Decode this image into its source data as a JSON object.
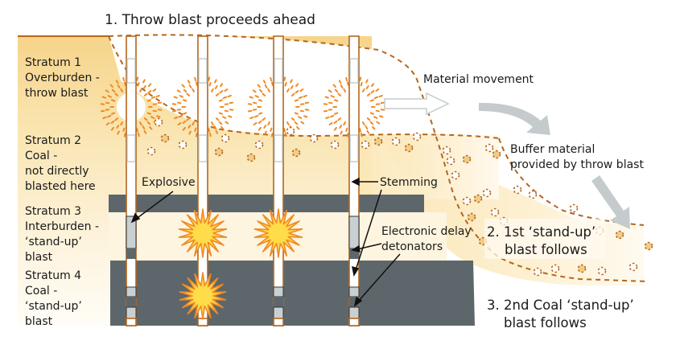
{
  "title": "1. Throw blast proceeds ahead",
  "strata": [
    {
      "lines": [
        "Stratum 1",
        "Overburden -",
        "throw blast"
      ]
    },
    {
      "lines": [
        "Stratum 2",
        "Coal -",
        "not directly",
        "blasted here"
      ]
    },
    {
      "lines": [
        "Stratum 3",
        "Interburden -",
        "‘stand-up’",
        "blast"
      ]
    },
    {
      "lines": [
        "Stratum 4",
        "Coal -",
        "‘stand-up’",
        "blast"
      ]
    }
  ],
  "callouts": {
    "explosive": "Explosive",
    "stemming": "Stemming",
    "detonators": [
      "Electronic delay",
      "detonators"
    ]
  },
  "annotations": {
    "material_movement": "Material movement",
    "buffer": [
      "Buffer material",
      "provided by throw blast"
    ],
    "step2": [
      "2. 1st ‘stand-up’",
      "blast follows"
    ],
    "step3": [
      "3. 2nd Coal ‘stand-up’",
      "blast follows"
    ]
  },
  "blastholes": [
    {
      "id": 1,
      "throw_blast": true,
      "interburden_blast": false,
      "coal_blast": false
    },
    {
      "id": 2,
      "throw_blast": true,
      "interburden_blast": true,
      "coal_blast": true
    },
    {
      "id": 3,
      "throw_blast": true,
      "interburden_blast": true,
      "coal_blast": false
    },
    {
      "id": 4,
      "throw_blast": true,
      "interburden_blast": false,
      "coal_blast": false
    }
  ],
  "colors": {
    "overburden": "#f7dc94",
    "coal": "#5d676b",
    "interburden": "#fdf5e0",
    "hole_outline": "#b5651d",
    "dash": "#b5651d",
    "throw_spark": "#f08a24",
    "star_fill": "#ffd23f",
    "star_edge": "#f08a24",
    "arrow_grey": "#c5cbcc",
    "explosive_grey": "#c9d0d2"
  }
}
